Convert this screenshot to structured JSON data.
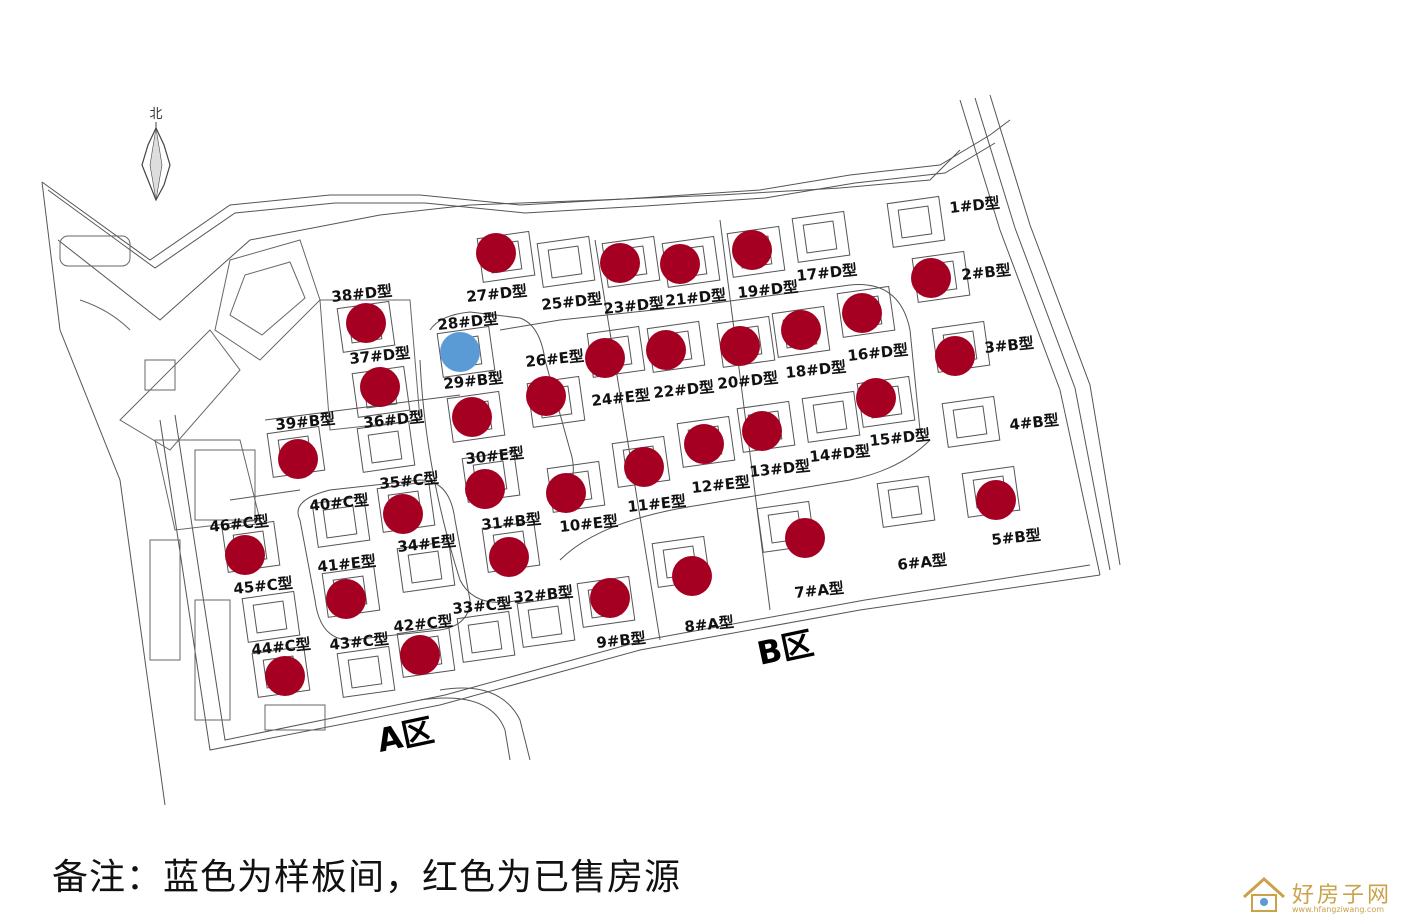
{
  "zones": {
    "a": "A区",
    "b": "B区"
  },
  "compass": {
    "label": "北"
  },
  "note": "备注：蓝色为样板间，红色为已售房源",
  "watermark": {
    "text": "好房子网",
    "url": "www.hfangziwang.com"
  },
  "colors": {
    "sold": "#a50021",
    "show": "#5b9bd5",
    "line": "#555555"
  },
  "legend": {
    "show": "样板间",
    "sold": "已售"
  },
  "lots": [
    {
      "label": "1#D型",
      "status": "none"
    },
    {
      "label": "2#B型",
      "status": "sold"
    },
    {
      "label": "3#B型",
      "status": "sold"
    },
    {
      "label": "4#B型",
      "status": "none"
    },
    {
      "label": "5#B型",
      "status": "sold"
    },
    {
      "label": "6#A型",
      "status": "none"
    },
    {
      "label": "7#A型",
      "status": "sold"
    },
    {
      "label": "8#A型",
      "status": "sold"
    },
    {
      "label": "9#B型",
      "status": "sold"
    },
    {
      "label": "10#E型",
      "status": "sold"
    },
    {
      "label": "11#E型",
      "status": "sold"
    },
    {
      "label": "12#E型",
      "status": "sold"
    },
    {
      "label": "13#D型",
      "status": "sold"
    },
    {
      "label": "14#D型",
      "status": "none"
    },
    {
      "label": "15#D型",
      "status": "sold"
    },
    {
      "label": "16#D型",
      "status": "sold"
    },
    {
      "label": "17#D型",
      "status": "none"
    },
    {
      "label": "18#D型",
      "status": "sold"
    },
    {
      "label": "19#D型",
      "status": "sold"
    },
    {
      "label": "20#D型",
      "status": "sold"
    },
    {
      "label": "21#D型",
      "status": "sold"
    },
    {
      "label": "22#D型",
      "status": "sold"
    },
    {
      "label": "23#D型",
      "status": "sold"
    },
    {
      "label": "24#E型",
      "status": "sold"
    },
    {
      "label": "25#D型",
      "status": "none"
    },
    {
      "label": "26#E型",
      "status": "sold"
    },
    {
      "label": "27#D型",
      "status": "sold"
    },
    {
      "label": "28#D型",
      "status": "show"
    },
    {
      "label": "29#B型",
      "status": "sold"
    },
    {
      "label": "30#E型",
      "status": "sold"
    },
    {
      "label": "31#B型",
      "status": "sold"
    },
    {
      "label": "32#B型",
      "status": "none"
    },
    {
      "label": "33#C型",
      "status": "none"
    },
    {
      "label": "34#E型",
      "status": "none"
    },
    {
      "label": "35#C型",
      "status": "sold"
    },
    {
      "label": "36#D型",
      "status": "none"
    },
    {
      "label": "37#D型",
      "status": "sold"
    },
    {
      "label": "38#D型",
      "status": "sold"
    },
    {
      "label": "39#B型",
      "status": "sold"
    },
    {
      "label": "40#C型",
      "status": "none"
    },
    {
      "label": "41#E型",
      "status": "sold"
    },
    {
      "label": "42#C型",
      "status": "sold"
    },
    {
      "label": "43#C型",
      "status": "none"
    },
    {
      "label": "44#C型",
      "status": "sold"
    },
    {
      "label": "45#C型",
      "status": "none"
    },
    {
      "label": "46#C型",
      "status": "sold"
    }
  ]
}
